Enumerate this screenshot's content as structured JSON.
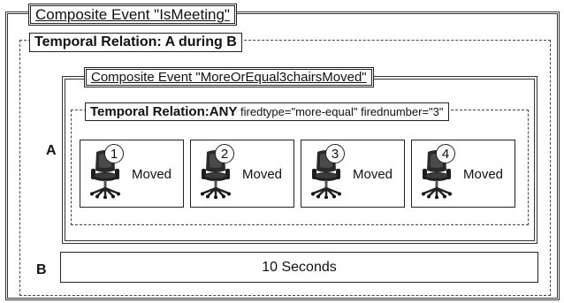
{
  "outer_event": {
    "label": "Composite Event \"IsMeeting\""
  },
  "outer_relation": {
    "label": "Temporal Relation: A during B"
  },
  "part_a": {
    "label": "A"
  },
  "part_b": {
    "label": "B",
    "duration": "10 Seconds"
  },
  "inner_event": {
    "label": "Composite Event \"MoreOrEqual3chairsMoved\""
  },
  "inner_relation": {
    "title": "Temporal Relation:ANY",
    "params": "firedtype=\"more-equal\" firednumber=\"3\""
  },
  "chairs": [
    {
      "number": "1",
      "label": "Moved",
      "icon": "office-chair-icon"
    },
    {
      "number": "2",
      "label": "Moved",
      "icon": "office-chair-icon"
    },
    {
      "number": "3",
      "label": "Moved",
      "icon": "office-chair-icon"
    },
    {
      "number": "4",
      "label": "Moved",
      "icon": "office-chair-icon"
    }
  ]
}
